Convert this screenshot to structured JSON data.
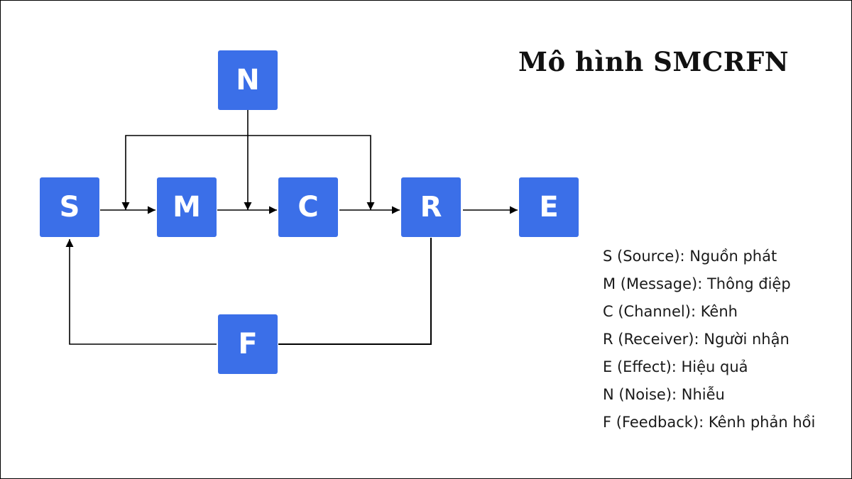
{
  "title": "Mô hình SMCRFN",
  "colors": {
    "node_fill": "#3b6fe8",
    "node_text": "#ffffff",
    "line": "#000000"
  },
  "nodes": {
    "s": "S",
    "m": "M",
    "c": "C",
    "r": "R",
    "e": "E",
    "n": "N",
    "f": "F"
  },
  "edges": [
    {
      "from": "S",
      "to": "M"
    },
    {
      "from": "M",
      "to": "C"
    },
    {
      "from": "C",
      "to": "R"
    },
    {
      "from": "R",
      "to": "E"
    },
    {
      "from": "N",
      "to": "M"
    },
    {
      "from": "N",
      "to": "C"
    },
    {
      "from": "N",
      "to": "R"
    },
    {
      "from": "R",
      "to": "F"
    },
    {
      "from": "F",
      "to": "S"
    }
  ],
  "legend": [
    "S (Source): Nguồn phát",
    "M (Message): Thông điệp",
    "C (Channel): Kênh",
    "R (Receiver): Người nhận",
    "E (Effect): Hiệu quả",
    "N (Noise): Nhiễu",
    "F (Feedback): Kênh phản hồi"
  ]
}
